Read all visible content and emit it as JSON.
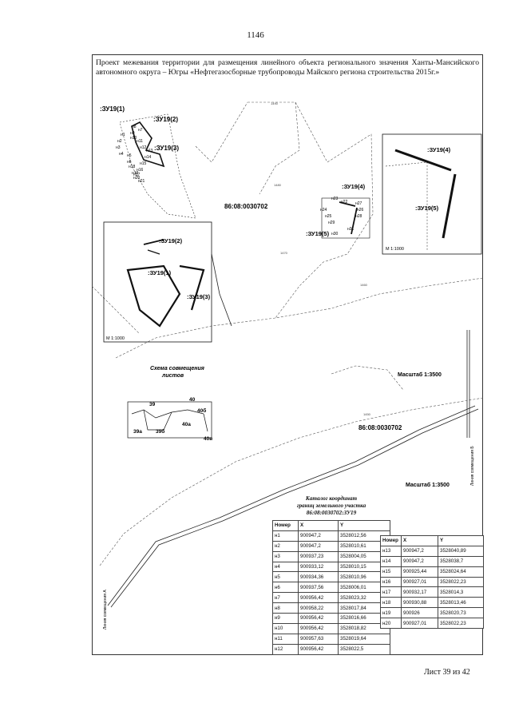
{
  "page_number": "1146",
  "header": "Проект межевания территории для размещения линейного объекта регионального значения Ханты-Мансийского автономного округа – Югры «Нефтегазосборные трубопроводы Майского региона строительства 2015г.»",
  "map": {
    "cadastral_block": "86:08:0030702",
    "scale_main": "Масштаб 1:3500",
    "scale_inset": "М 1:1000",
    "parcels": [
      ":ЗУ19(1)",
      ":ЗУ19(2)",
      ":ЗУ19(3)",
      ":ЗУ19(4)",
      ":ЗУ19(5)"
    ],
    "contours": [
      "1490",
      "1480",
      "1470",
      "1460",
      "1450"
    ],
    "road_label": "Линия совмещения А",
    "road_label_b": "Линия совмещения Б",
    "point_labels": [
      "н1",
      "н2",
      "н3",
      "н4",
      "н5",
      "н6",
      "н7",
      "н8",
      "н9",
      "н10",
      "н11",
      "н12",
      "н13",
      "н14",
      "н15",
      "н16",
      "н17",
      "н18",
      "н19",
      "н20",
      "н21",
      "н22",
      "н23",
      "н24",
      "н25",
      "н26",
      "н27",
      "н28",
      "н29",
      "н30",
      "н31"
    ]
  },
  "scheme": {
    "title_line1": "Схема совмещения",
    "title_line2": "листов",
    "sheets": [
      "39",
      "40",
      "40б",
      "39а",
      "39б",
      "40а",
      "40в"
    ]
  },
  "catalog": {
    "title_line1": "Каталог координат",
    "title_line2": "границ земельного участка",
    "title_line3": "86:08:0030702:ЗУ19",
    "headers": [
      "Номер",
      "X",
      "Y"
    ],
    "rows_left": [
      [
        "н1",
        "900947,2",
        "3528012,56"
      ],
      [
        "н2",
        "900947,2",
        "3528010,61"
      ],
      [
        "н3",
        "900937,23",
        "3528004,05"
      ],
      [
        "н4",
        "900933,12",
        "3528010,15"
      ],
      [
        "н5",
        "900934,36",
        "3528010,96"
      ],
      [
        "н6",
        "900937,56",
        "3528006,01"
      ],
      [
        "н7",
        "900956,42",
        "3528023,32"
      ],
      [
        "н8",
        "900958,22",
        "3528017,84"
      ],
      [
        "н9",
        "900956,42",
        "3528016,66"
      ],
      [
        "н10",
        "900956,42",
        "3528018,82"
      ],
      [
        "н11",
        "900957,63",
        "3528019,64"
      ],
      [
        "н12",
        "900956,42",
        "3528022,5"
      ]
    ],
    "rows_right": [
      [
        "н13",
        "900947,2",
        "3528040,89"
      ],
      [
        "н14",
        "900947,2",
        "3528038,7"
      ],
      [
        "н15",
        "900925,44",
        "3528024,64"
      ],
      [
        "н16",
        "900927,01",
        "3528022,23"
      ],
      [
        "н17",
        "900932,17",
        "3528014,3"
      ],
      [
        "н18",
        "900930,88",
        "3528013,46"
      ],
      [
        "н19",
        "900926",
        "3528020,73"
      ],
      [
        "н20",
        "900927,01",
        "3528022,23"
      ]
    ]
  },
  "footer": "Лист 39  из 42"
}
